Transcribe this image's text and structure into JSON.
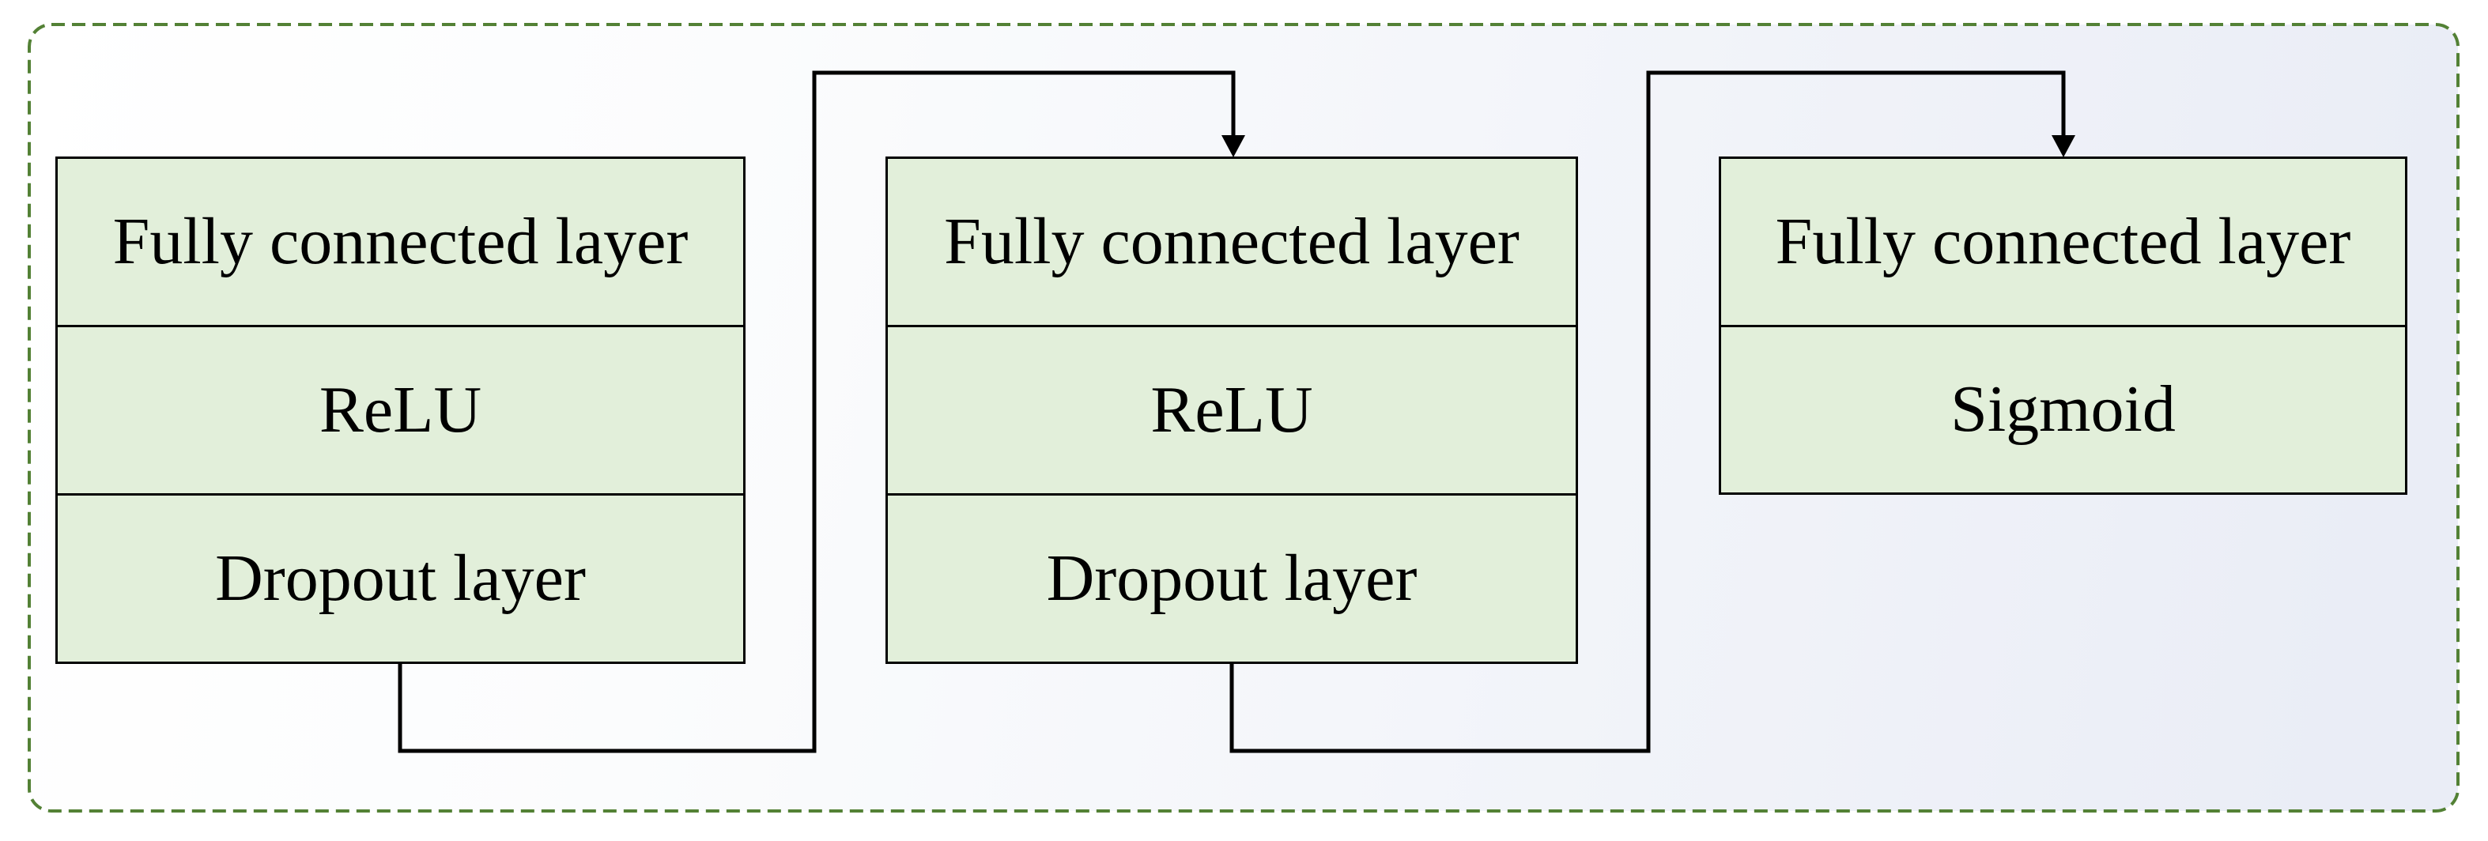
{
  "diagram": {
    "description": "Neural network classifier head flow diagram",
    "blocks": [
      {
        "name": "dense-block-1",
        "rows": [
          "Fully connected layer",
          "ReLU",
          "Dropout layer"
        ]
      },
      {
        "name": "dense-block-2",
        "rows": [
          "Fully connected layer",
          "ReLU",
          "Dropout layer"
        ]
      },
      {
        "name": "output-block",
        "rows": [
          "Fully connected layer",
          "Sigmoid"
        ]
      }
    ],
    "connectors": [
      {
        "from": "dense-block-1",
        "to": "dense-block-2",
        "style": "elbow-arrow"
      },
      {
        "from": "dense-block-2",
        "to": "output-block",
        "style": "elbow-arrow"
      }
    ],
    "colors": {
      "block_fill": "#e2efda",
      "block_border": "#000000",
      "text": "#000000",
      "connector": "#000000",
      "frame_border": "#538135",
      "background_gradient_start": "#ffffff",
      "background_gradient_end": "#eaedf6"
    }
  }
}
